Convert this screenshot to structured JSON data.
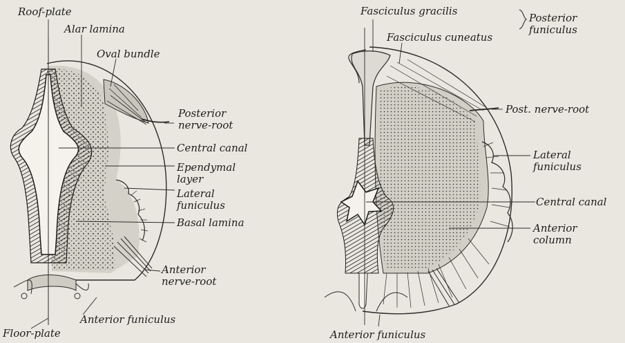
{
  "left_figure": {
    "labels": {
      "roof_plate": "Roof-plate",
      "alar_lamina": "Alar lamina",
      "oval_bundle": "Oval bundle",
      "posterior_nerve_root": "Posterior\nnerve-root",
      "central_canal": "Central canal",
      "ependymal_layer": "Ependymal\nlayer",
      "lateral_funiculus": "Lateral\nfuniculus",
      "basal_lamina": "Basal lamina",
      "anterior_nerve_root": "Anterior\nnerve-root",
      "anterior_funiculus": "Anterior funiculus",
      "floor_plate": "Floor-plate"
    }
  },
  "right_figure": {
    "labels": {
      "fasciculus_gracilis": "Fasciculus gracilis",
      "fasciculus_cuneatus": "Fasciculus cuneatus",
      "posterior_funiculus": "Posterior\nfuniculus",
      "post_nerve_root": "Post. nerve-root",
      "lateral_funiculus": "Lateral\nfuniculus",
      "central_canal": "Central canal",
      "anterior_column": "Anterior\ncolumn",
      "anterior_funiculus": "Anterior funiculus"
    }
  },
  "colors": {
    "background": "#e9e7df",
    "ink": "#1c1c1c",
    "tissue": "#d4d2c8"
  }
}
